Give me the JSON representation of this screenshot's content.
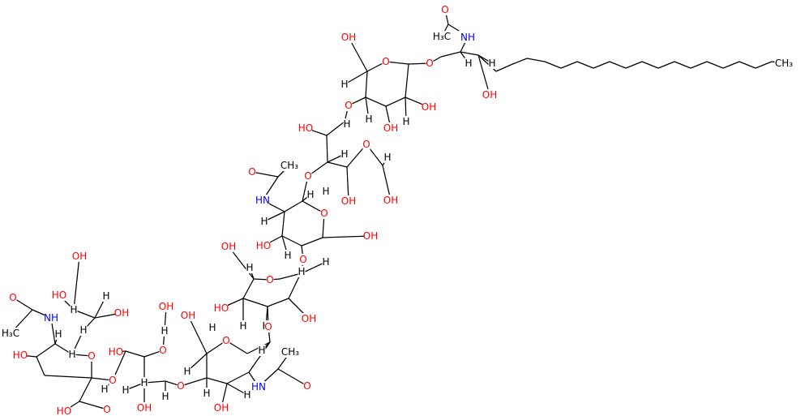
{
  "colors": {
    "background": "#ffffff",
    "bond": "#000000",
    "oxygen": "#ff0000",
    "nitrogen": "#0000ff",
    "carbon": "#000000",
    "hydrogen": "#000000"
  },
  "labels": {
    "O": "O",
    "OH": "OH",
    "HO": "HO",
    "NH": "NH",
    "HN": "HN",
    "H": "H",
    "CH3": "CH₃",
    "H3C": "H₃C"
  }
}
